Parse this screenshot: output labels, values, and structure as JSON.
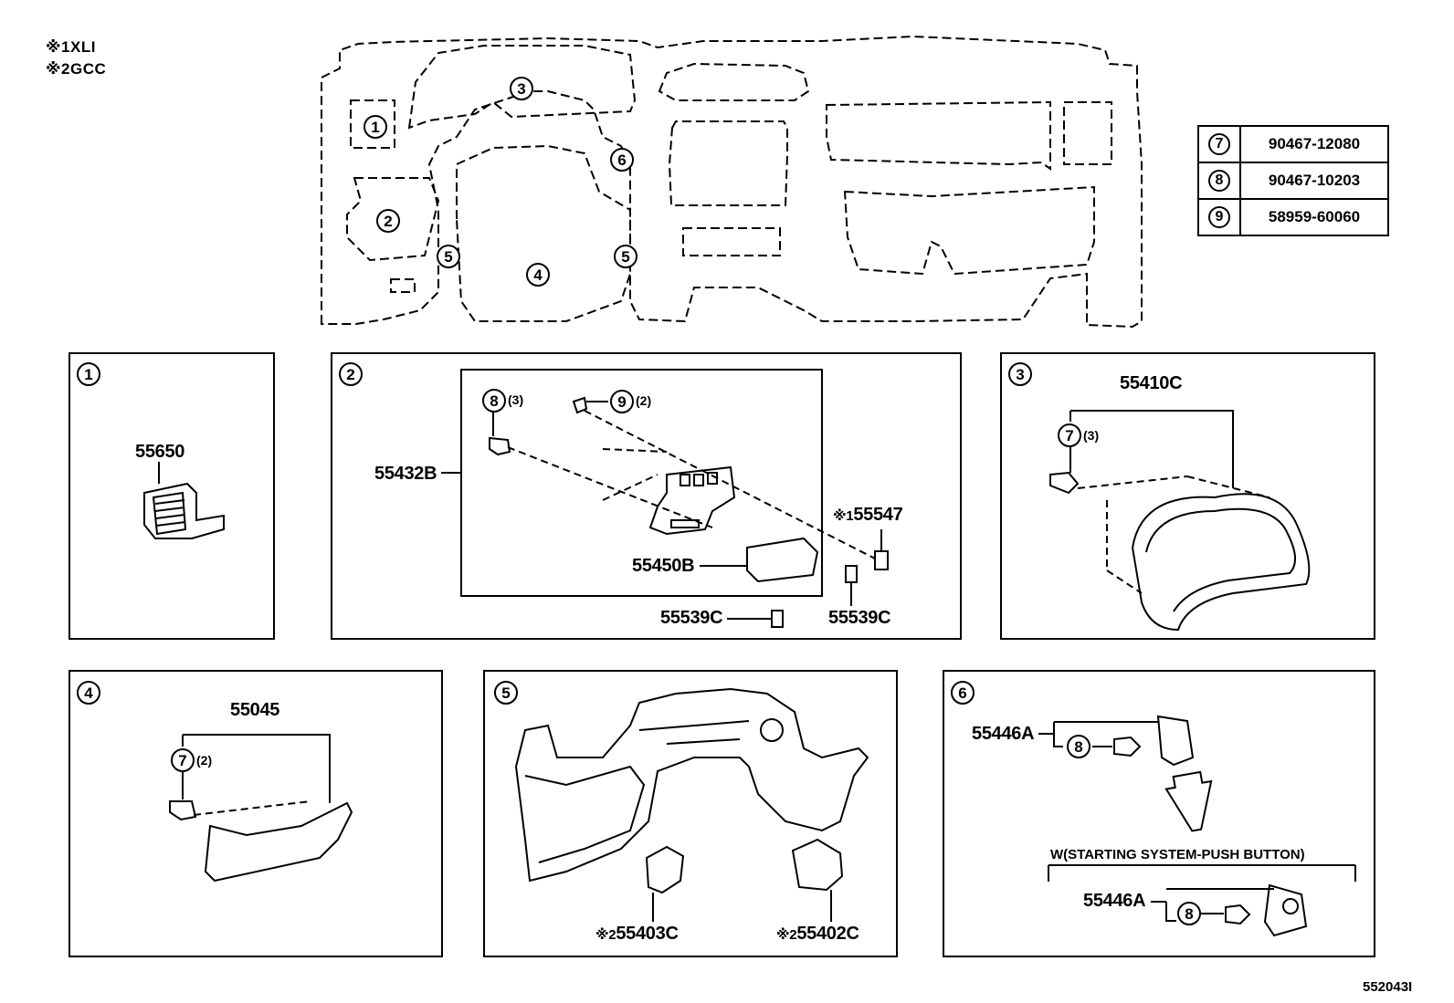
{
  "legend": [
    {
      "mark": "※1",
      "text": "XLI"
    },
    {
      "mark": "※2",
      "text": "GCC"
    }
  ],
  "overview": {
    "callouts": [
      "1",
      "2",
      "3",
      "4",
      "5",
      "5",
      "6"
    ]
  },
  "parts_table": [
    {
      "ref": "7",
      "part": "90467-12080"
    },
    {
      "ref": "8",
      "part": "90467-10203"
    },
    {
      "ref": "9",
      "part": "58959-60060"
    }
  ],
  "panels": {
    "p1": {
      "id": "1",
      "parts": [
        "55650"
      ]
    },
    "p2": {
      "id": "2",
      "ref8": "8",
      "qty8": "(3)",
      "ref9": "9",
      "qty9": "(2)",
      "parts": [
        "55432B",
        "55450B",
        "55539C",
        "55539C",
        "55547"
      ],
      "mark55547": "※1"
    },
    "p3": {
      "id": "3",
      "ref7": "7",
      "qty7": "(3)",
      "parts": [
        "55410C"
      ]
    },
    "p4": {
      "id": "4",
      "ref7": "7",
      "qty7": "(2)",
      "parts": [
        "55045"
      ]
    },
    "p5": {
      "id": "5",
      "mark": "※2",
      "parts": [
        "55403C",
        "55402C"
      ]
    },
    "p6": {
      "id": "6",
      "ref8": "8",
      "parts": [
        "55446A",
        "55446A"
      ],
      "condition": "W(STARTING SYSTEM-PUSH BUTTON)"
    }
  },
  "footer_code": "552043I"
}
